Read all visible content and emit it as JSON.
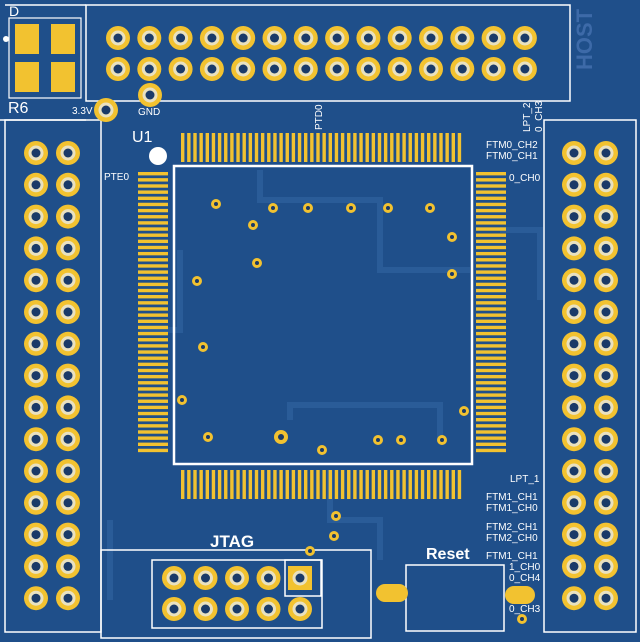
{
  "colors": {
    "board": "#1f4f8a",
    "board_dark": "#1a4680",
    "trace": "#2a5c98",
    "silk": "#ffffff",
    "pad": "#f2c230",
    "pad_hole": "#e9e1c0",
    "hole": "#1a3a68"
  },
  "labels": {
    "part_u1": "U1",
    "part_r6": "R6",
    "part_d": "D",
    "net_33v": "3.3V",
    "net_gnd": "GND",
    "net_ptd0": "PTD0",
    "net_pte0": "PTE0",
    "net_lpt2": "LPT_2",
    "net_0ch3_top": "0_CH3",
    "net_ftm0ch2": "FTM0_CH2",
    "net_ftm0ch1": "FTM0_CH1",
    "net_0ch0": "0_CH0",
    "net_lpt1": "LPT_1",
    "net_ftm1ch1": "FTM1_CH1",
    "net_ftm1ch0": "FTM1_CH0",
    "net_ftm2ch1": "FTM2_CH1",
    "net_ftm2ch0": "FTM2_CH0",
    "net_ftm1ch1b": "FTM1_CH1",
    "net_1ch0": "1_CH0",
    "net_0ch4": "0_CH4",
    "net_0ch3": "0_CH3",
    "jtag": "JTAG",
    "reset": "Reset",
    "host": "HOST"
  },
  "headers": {
    "top_rows": 2,
    "top_cols": 14,
    "left_rows": 15,
    "left_cols": 2,
    "right_rows": 15,
    "right_cols": 2,
    "jtag_rows": 2,
    "jtag_cols": 5
  }
}
